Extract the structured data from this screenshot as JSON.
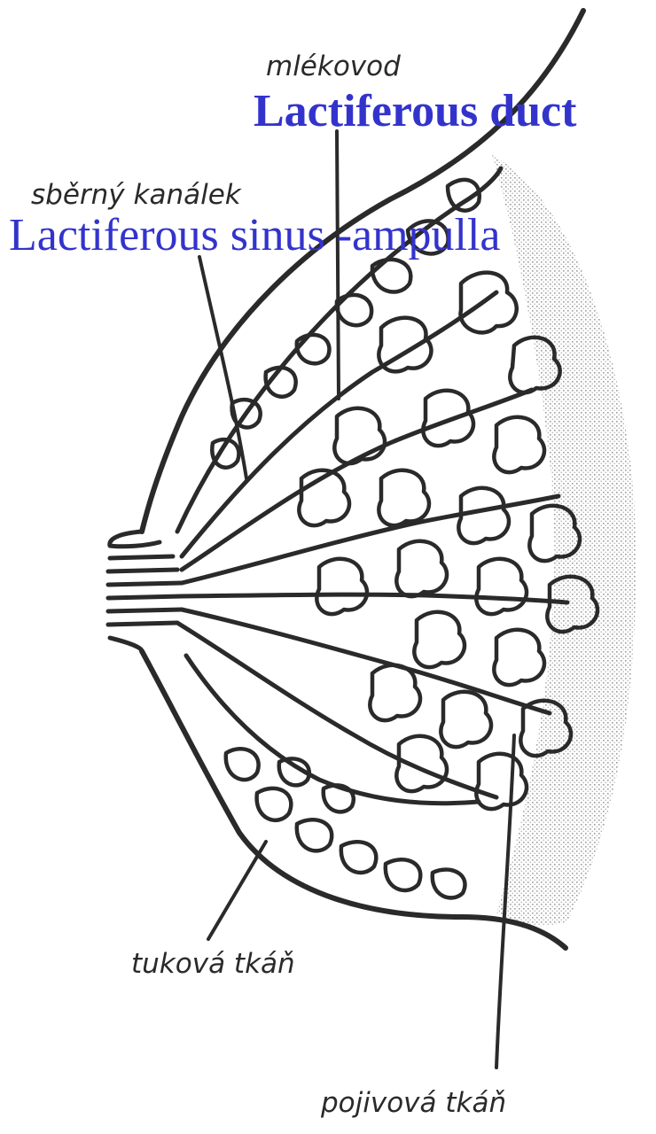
{
  "labels": {
    "mlekovod": "mlékovod",
    "lactiferous_duct": "Lactiferous duct",
    "sberny_kanalek": "sběrný kanálek",
    "lactiferous_sinus": "Lactiferous sinus -ampulla",
    "tukova_tkan": "tuková tkáň",
    "pojivova_tkan": "pojivová tkáň"
  },
  "colors": {
    "ink": "#2a2a2a",
    "overlay_label": "#3333cc",
    "stipple": "#9a9a9a"
  }
}
